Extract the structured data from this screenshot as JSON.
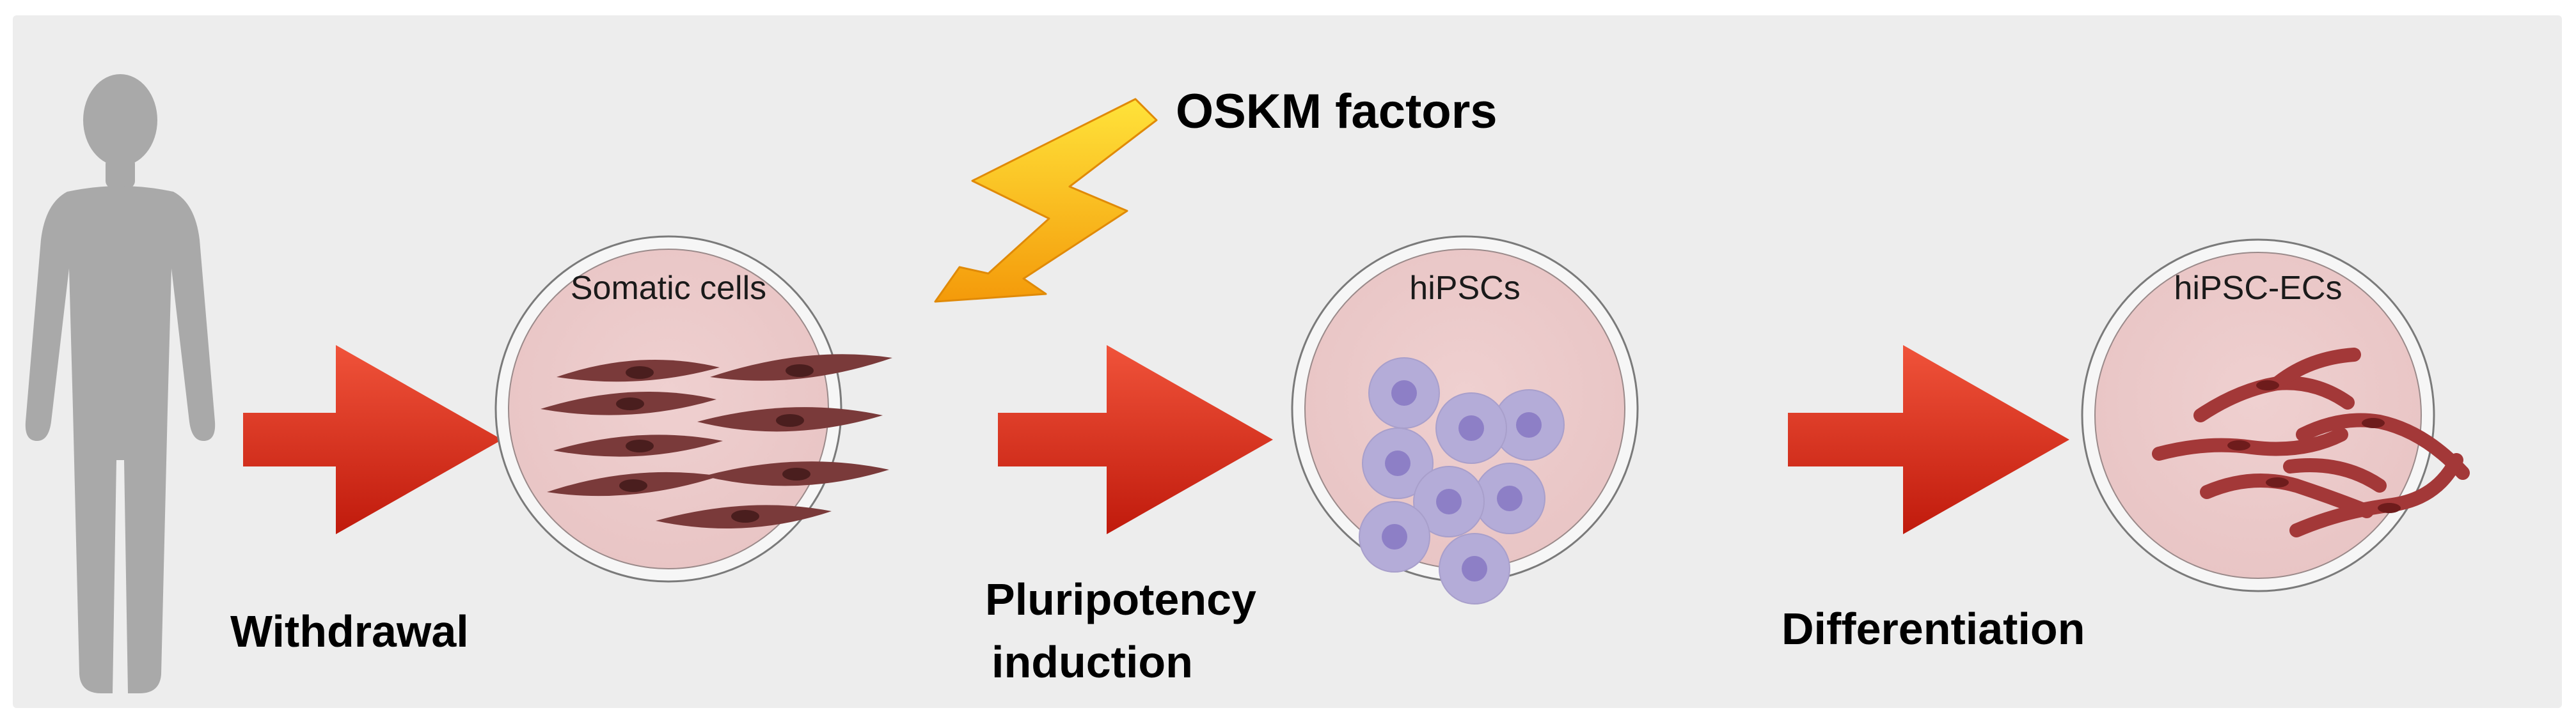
{
  "diagram": {
    "colors": {
      "panel_bg": "#ededed",
      "arrow_light": "#f0533a",
      "arrow_dark": "#c01a0c",
      "bolt_light": "#ffe33a",
      "bolt_dark": "#f49a0a",
      "circle_fill": "#e8c4c4",
      "circle_ring": "#f6f6f6",
      "silhouette": "#a9a9a9",
      "somatic_cell": "#7a3a3a",
      "somatic_nucleus": "#4a1e1e",
      "ipsc_cell": "#b4acd8",
      "ipsc_nucleus": "#8d7fc6",
      "ec_cell": "#a33838",
      "ec_nucleus": "#6e1c1c"
    },
    "stages": [
      {
        "label": "Somatic cells"
      },
      {
        "label": "hiPSCs"
      },
      {
        "label": "hiPSC-ECs"
      }
    ],
    "steps": [
      {
        "label": "Withdrawal"
      },
      {
        "label_line1": "Pluripotency",
        "label_line2": "induction"
      },
      {
        "label": "Differentiation"
      }
    ],
    "factor": {
      "label": "OSKM factors"
    }
  }
}
